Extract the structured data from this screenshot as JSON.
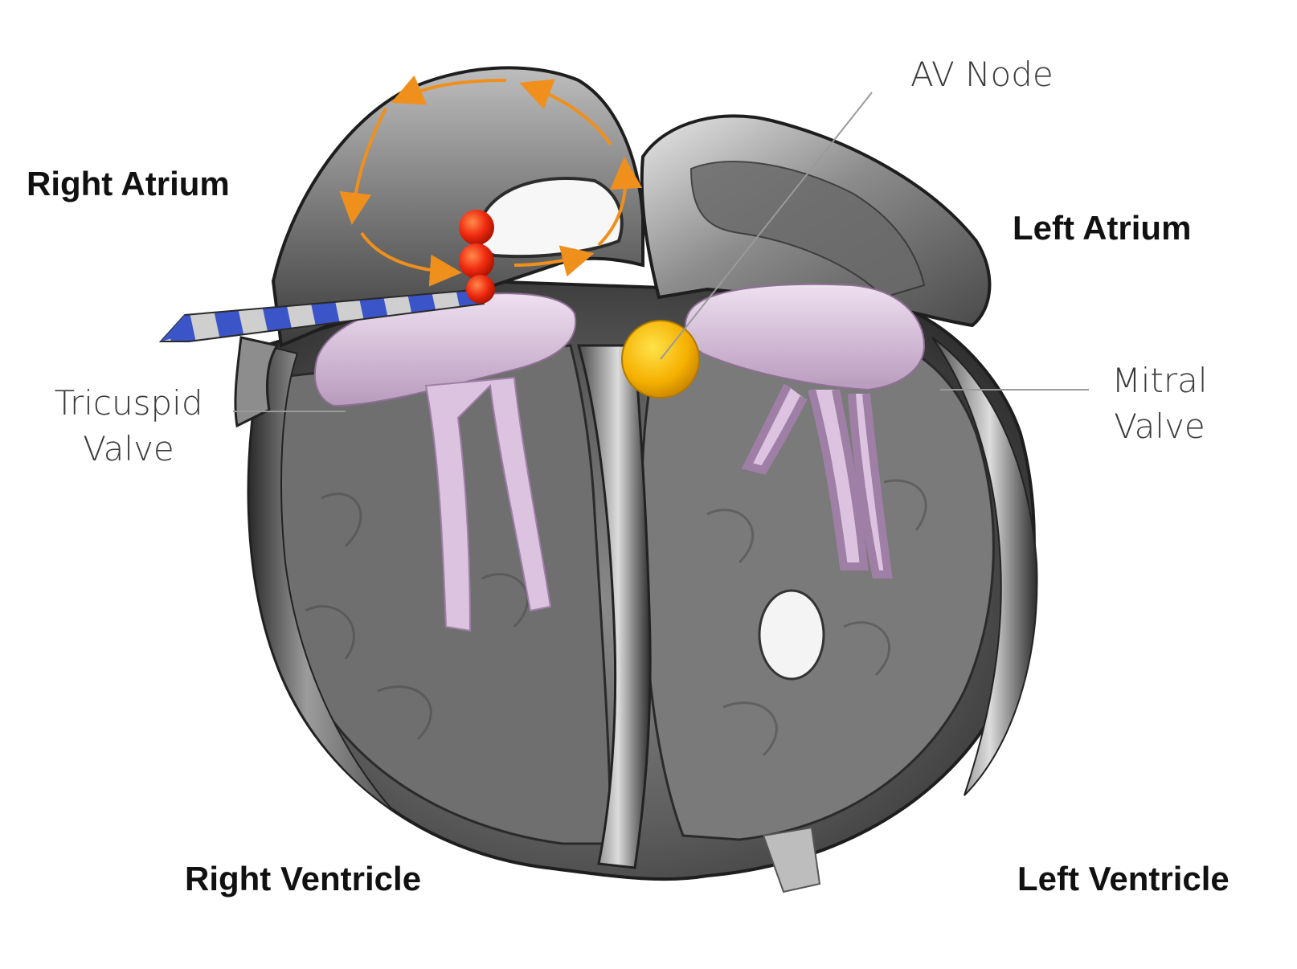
{
  "labels": {
    "right_atrium": "Right Atrium",
    "left_atrium": "Left Atrium",
    "av_node": "AV Node",
    "tricuspid_line1": "Tricuspid",
    "tricuspid_line2": "Valve",
    "mitral_line1": "Mitral",
    "mitral_line2": "Valve",
    "right_ventricle": "Right Ventricle",
    "left_ventricle": "Left Ventricle"
  },
  "colors": {
    "muscle_dark": "#3c3c3c",
    "muscle_light": "#cfcfcf",
    "valve": "#d9bfdc",
    "av_node": "#f6b400",
    "circuit_arrows": "#f0901c",
    "ablation_points": "#f02a10",
    "catheter_blue": "#3b55c8",
    "catheter_silver": "#c8c8c8"
  },
  "icons": {
    "av_node": "yellow-sphere",
    "ablation": "red-sphere",
    "catheter": "striped-catheter"
  }
}
